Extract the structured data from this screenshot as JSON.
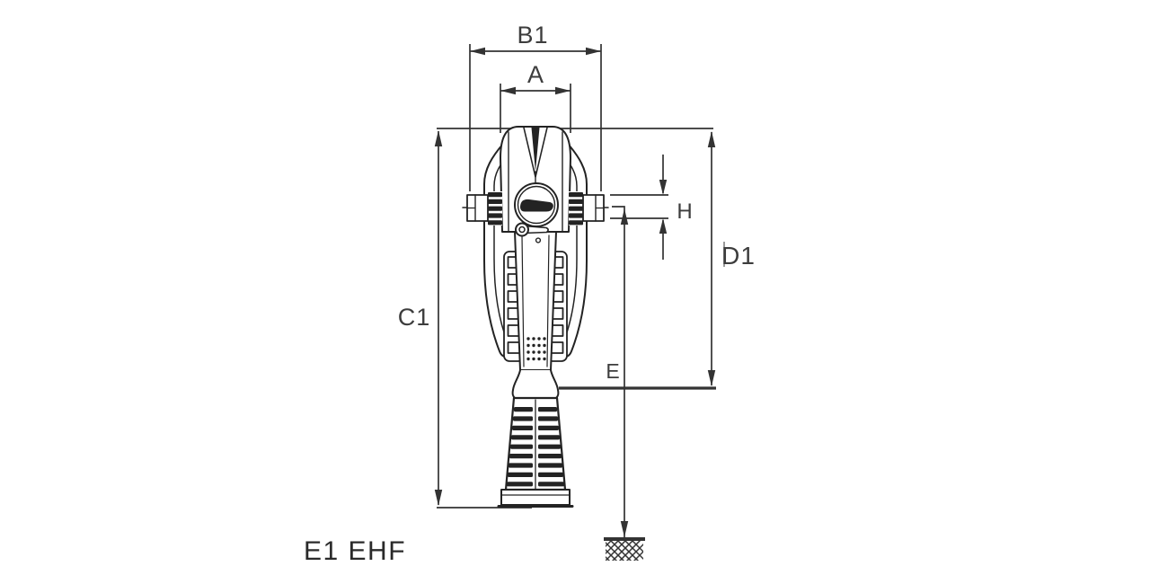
{
  "drawing": {
    "product_label": "E1 EHF",
    "dimension_labels": {
      "b1": "B1",
      "a": "A",
      "h": "H",
      "d1": "D1",
      "c1": "C1",
      "e": "E"
    },
    "colors": {
      "outline": "#232323",
      "dimension": "#333333",
      "label_text": "#3d3d3d",
      "product_text": "#2a2a2a",
      "background": "#ffffff"
    }
  }
}
